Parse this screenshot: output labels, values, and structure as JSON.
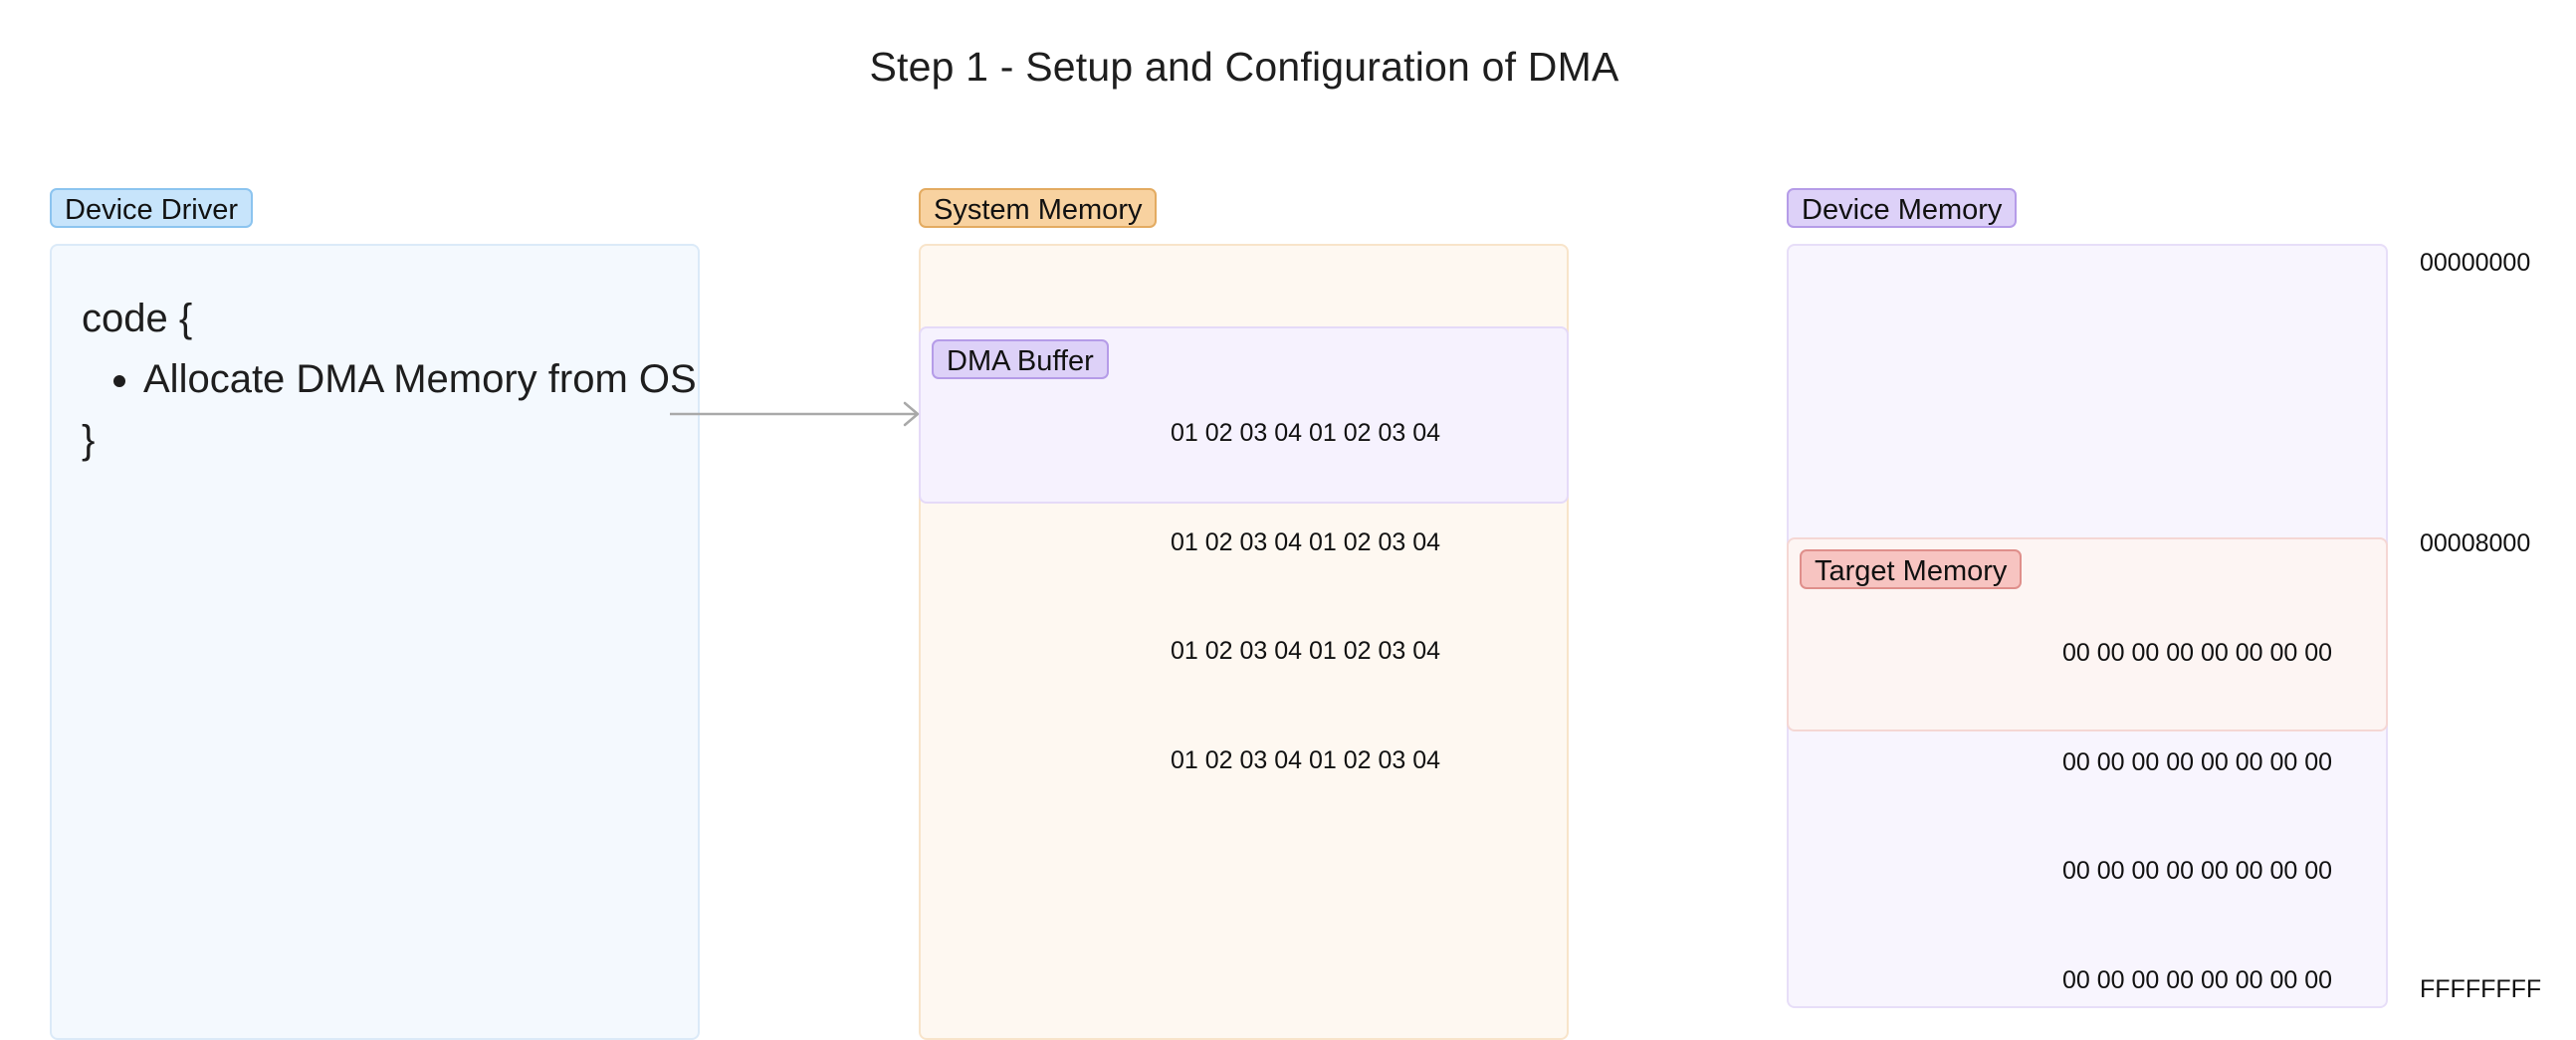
{
  "title": "Step 1 - Setup and Configuration of DMA",
  "device_driver": {
    "label": "Device Driver",
    "code_open": "code {",
    "items": [
      "Allocate DMA Memory from OS"
    ],
    "code_close": "}"
  },
  "system_memory": {
    "label": "System Memory",
    "dma_buffer": {
      "label": "DMA Buffer",
      "rows": [
        "01 02 03 04 01 02 03 04",
        "01 02 03 04 01 02 03 04",
        "01 02 03 04 01 02 03 04",
        "01 02 03 04 01 02 03 04"
      ]
    }
  },
  "device_memory": {
    "label": "Device Memory",
    "target_memory": {
      "label": "Target Memory",
      "rows": [
        "00 00 00 00 00 00 00 00",
        "00 00 00 00 00 00 00 00",
        "00 00 00 00 00 00 00 00",
        "00 00 00 00 00 00 00 00"
      ]
    },
    "addresses": {
      "start": "00000000",
      "mid": "00008000",
      "end": "FFFFFFFF"
    }
  },
  "colors": {
    "driver_accent": "#c7e4fb",
    "system_memory_accent": "#f8d2a0",
    "device_memory_accent": "#ddd1f8",
    "target_memory_accent": "#f7c4c1",
    "arrow": "#a9a9a9"
  }
}
